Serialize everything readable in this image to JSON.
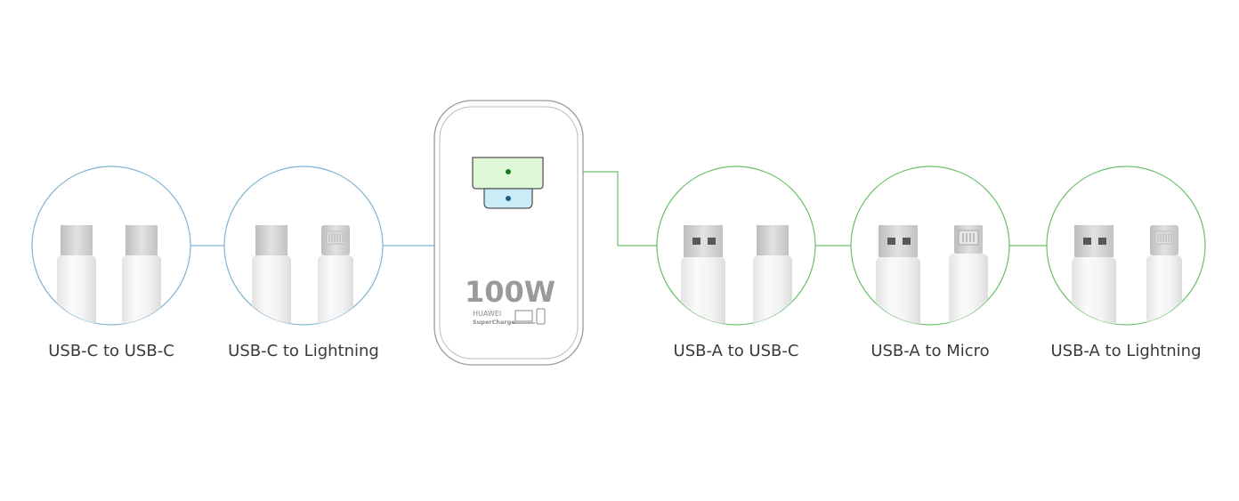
{
  "charger": {
    "wattage": "100W",
    "brand": "HUAWEI",
    "tech": "SuperCharge"
  },
  "colors": {
    "usb_c_accent": "#7fb3d1",
    "usb_a_accent": "#6cc06a",
    "usb_c_port": "#c9ecf6",
    "usb_a_port": "#def7d6",
    "label": "#3a3a3a"
  },
  "cables": {
    "left": [
      {
        "label": "USB-C to USB-C",
        "plugs": [
          "usb-c",
          "usb-c"
        ]
      },
      {
        "label": "USB-C to Lightning",
        "plugs": [
          "usb-c",
          "lightning"
        ]
      }
    ],
    "right": [
      {
        "label": "USB-A to USB-C",
        "plugs": [
          "usb-a",
          "usb-c"
        ]
      },
      {
        "label": "USB-A to Micro",
        "plugs": [
          "usb-a",
          "micro-usb"
        ]
      },
      {
        "label": "USB-A to Lightning",
        "plugs": [
          "usb-a",
          "lightning"
        ]
      }
    ]
  }
}
